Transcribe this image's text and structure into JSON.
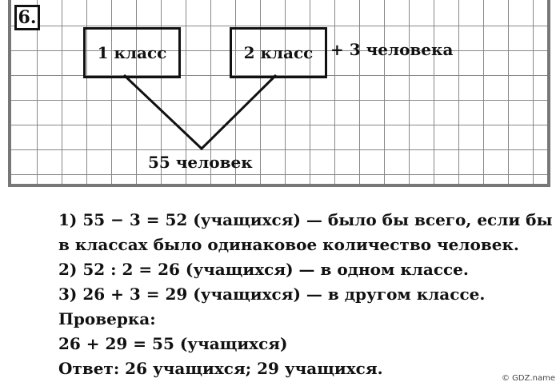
{
  "task_number": "6.",
  "diagram": {
    "box1": "1 класс",
    "box2": "2 класс",
    "extra": "+ 3 человека",
    "total": "55 человек"
  },
  "solution": [
    "1) 55 − 3 = 52 (учащихся) — было бы всего, если бы",
    "в классах было одинаковое количество человек.",
    "2) 52 : 2 = 26 (учащихся) — в одном классе.",
    "3) 26 + 3 = 29 (учащихся) — в другом классе.",
    "Проверка:",
    "26 + 29 = 55 (учащихся)",
    "Ответ: 26 учащихся;  29 учащихся."
  ],
  "watermark": "© GDZ.name"
}
